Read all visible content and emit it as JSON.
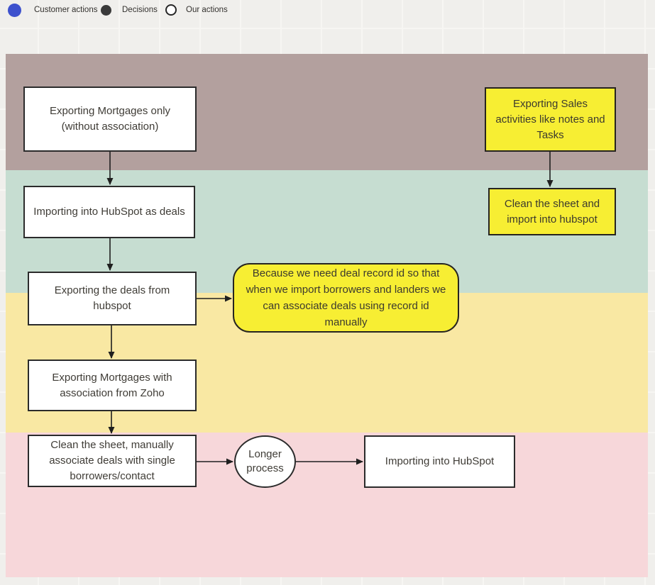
{
  "legend": {
    "items": [
      {
        "label": "Customer actions",
        "icon": "blue-circle"
      },
      {
        "label": "Decisions",
        "icon": "dark-circle"
      },
      {
        "label": "Our actions",
        "icon": "white-circle"
      }
    ]
  },
  "nodes": {
    "exporting_mortgages_only": {
      "label": "Exporting Mortgages only (without association)"
    },
    "importing_into_hubspot_as_deals": {
      "label": "Importing into HubSpot as deals"
    },
    "exporting_deals_from_hubspot": {
      "label": "Exporting the deals from hubspot"
    },
    "deal_record_id_note": {
      "label": "Because we need deal record id so that when we import borrowers and landers we can associate deals using record id manually"
    },
    "exporting_mortgages_with_assoc": {
      "label": "Exporting Mortgages with association from Zoho"
    },
    "clean_sheet_associate_deals": {
      "label": "Clean the sheet, manually associate deals with single borrowers/contact"
    },
    "longer_process": {
      "label": "Longer process"
    },
    "importing_into_hubspot": {
      "label": "Importing into HubSpot"
    },
    "exporting_sales_activities": {
      "label": "Exporting Sales activities like notes and Tasks"
    },
    "clean_sheet_import_hubspot": {
      "label": "Clean the sheet and import into hubspot"
    }
  },
  "colors": {
    "legend-blue": "#3d51cd",
    "legend-dark": "#3a3a3a",
    "band-mauve": "#b3a09e",
    "band-teal": "#c6ddd1",
    "band-yellow": "#f9e8a3",
    "band-pink": "#f7d7da",
    "sticky-yellow": "#f7ee33",
    "shape-border": "#2b2b2b",
    "arrow": "#1f1f1f",
    "canvas-bg": "#f0efec",
    "grid-line": "#f7f6f3",
    "text": "#3f3c36"
  }
}
